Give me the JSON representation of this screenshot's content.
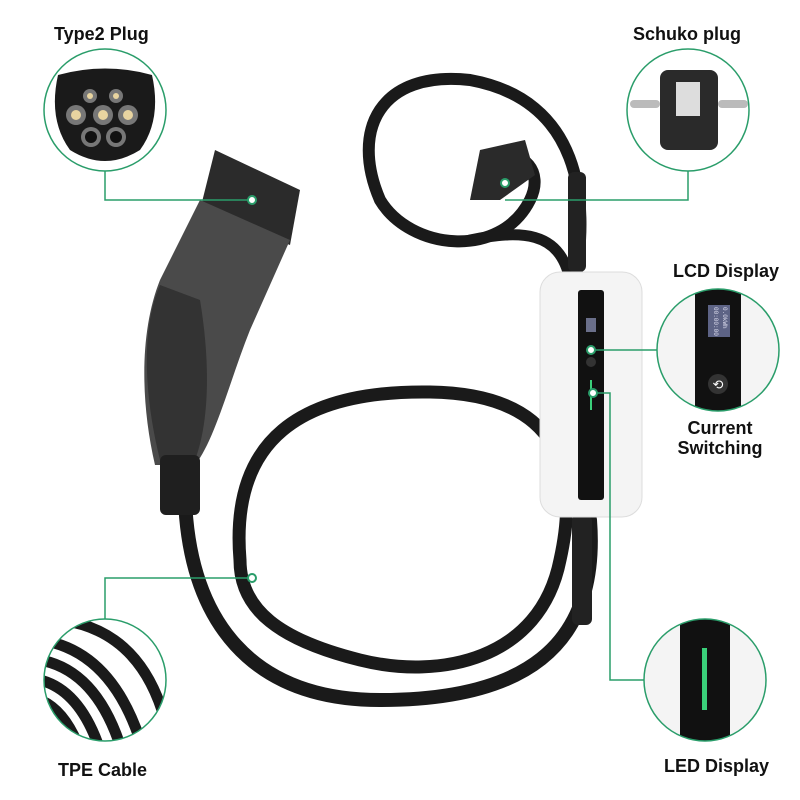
{
  "accent_color": "#2a9d6a",
  "callouts": {
    "type2_plug": {
      "label": "Type2 Plug",
      "icon": "type2-connector-face"
    },
    "schuko_plug": {
      "label": "Schuko plug",
      "icon": "schuko-plug-face"
    },
    "lcd_display": {
      "label": "LCD Display",
      "screen_line1": "0.0kWh",
      "screen_line2": "00:00:00",
      "icon": "lcd-screen"
    },
    "current_switching": {
      "line1": "Current",
      "line2": "Switching",
      "icon": "switch-arrows-button"
    },
    "tpe_cable": {
      "label": "TPE Cable",
      "icon": "coiled-cable"
    },
    "led_display": {
      "label": "LED Display",
      "icon": "green-led-bar"
    }
  }
}
